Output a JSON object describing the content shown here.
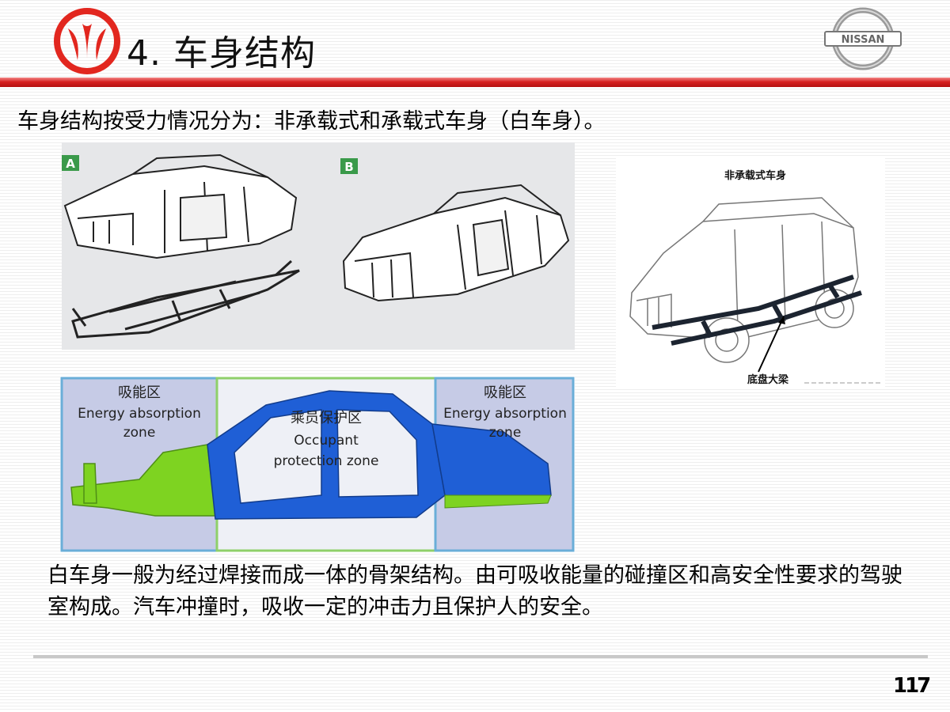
{
  "slide": {
    "title": "4. 车身结构",
    "intro": "车身结构按受力情况分为：非承载式和承载式车身（白车身）。",
    "body": "白车身一般为经过焊接而成一体的骨架结构。由可吸收能量的碰撞区和高安全性要求的驾驶室构成。汽车冲撞时，吸收一定的冲击力且保护人的安全。",
    "page_number": "117"
  },
  "logos": {
    "nissan_text": "NISSAN"
  },
  "figure_ab": {
    "label_a": "A",
    "label_b": "B"
  },
  "figure_nonload": {
    "title": "非承载式车身",
    "frame_label": "底盘大梁"
  },
  "figure_zones": {
    "left_cn": "吸能区",
    "left_en1": "Energy absorption",
    "left_en2": "zone",
    "mid_cn": "乘员保护区",
    "mid_en1": "Occupant",
    "mid_en2": "protection zone",
    "right_cn": "吸能区",
    "right_en1": "Energy absorption",
    "right_en2": "zone"
  },
  "colors": {
    "accent_red": "#d71f1f",
    "zone_blue": "#1f5fd6",
    "zone_green": "#7ed321"
  }
}
